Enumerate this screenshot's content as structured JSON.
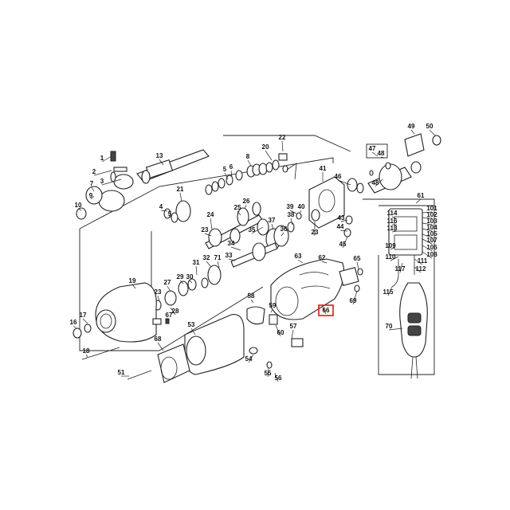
{
  "highlight_color": "#e01818",
  "highlighted_part": "66",
  "labels": [
    {
      "text": "1"
    },
    {
      "text": "2"
    },
    {
      "text": "3"
    },
    {
      "text": "7"
    },
    {
      "text": "9"
    },
    {
      "text": "10"
    },
    {
      "text": "13"
    },
    {
      "text": "5"
    },
    {
      "text": "6"
    },
    {
      "text": "8"
    },
    {
      "text": "20"
    },
    {
      "text": "22"
    },
    {
      "text": "21"
    },
    {
      "text": "4"
    },
    {
      "text": "5"
    },
    {
      "text": "26"
    },
    {
      "text": "25"
    },
    {
      "text": "24"
    },
    {
      "text": "23"
    },
    {
      "text": "35"
    },
    {
      "text": "37"
    },
    {
      "text": "38"
    },
    {
      "text": "40"
    },
    {
      "text": "39"
    },
    {
      "text": "36"
    },
    {
      "text": "23"
    },
    {
      "text": "34"
    },
    {
      "text": "33"
    },
    {
      "text": "41"
    },
    {
      "text": "46"
    },
    {
      "text": "47"
    },
    {
      "text": "48"
    },
    {
      "text": "48"
    },
    {
      "text": "49"
    },
    {
      "text": "50"
    },
    {
      "text": "43"
    },
    {
      "text": "44"
    },
    {
      "text": "45"
    },
    {
      "text": "61"
    },
    {
      "text": "114"
    },
    {
      "text": "116"
    },
    {
      "text": "113"
    },
    {
      "text": "101"
    },
    {
      "text": "102"
    },
    {
      "text": "103"
    },
    {
      "text": "104"
    },
    {
      "text": "105"
    },
    {
      "text": "107"
    },
    {
      "text": "106"
    },
    {
      "text": "108"
    },
    {
      "text": "109"
    },
    {
      "text": "110"
    },
    {
      "text": "111"
    },
    {
      "text": "117"
    },
    {
      "text": "112"
    },
    {
      "text": "115"
    },
    {
      "text": "70"
    },
    {
      "text": "63"
    },
    {
      "text": "62"
    },
    {
      "text": "65"
    },
    {
      "text": "69"
    },
    {
      "text": "66"
    },
    {
      "text": "32"
    },
    {
      "text": "31"
    },
    {
      "text": "30"
    },
    {
      "text": "29"
    },
    {
      "text": "27"
    },
    {
      "text": "23"
    },
    {
      "text": "28"
    },
    {
      "text": "19"
    },
    {
      "text": "67"
    },
    {
      "text": "16"
    },
    {
      "text": "17"
    },
    {
      "text": "18"
    },
    {
      "text": "68"
    },
    {
      "text": "53"
    },
    {
      "text": "51"
    },
    {
      "text": "58"
    },
    {
      "text": "59"
    },
    {
      "text": "60"
    },
    {
      "text": "57"
    },
    {
      "text": "54"
    },
    {
      "text": "55"
    },
    {
      "text": "56"
    },
    {
      "text": "71"
    }
  ]
}
